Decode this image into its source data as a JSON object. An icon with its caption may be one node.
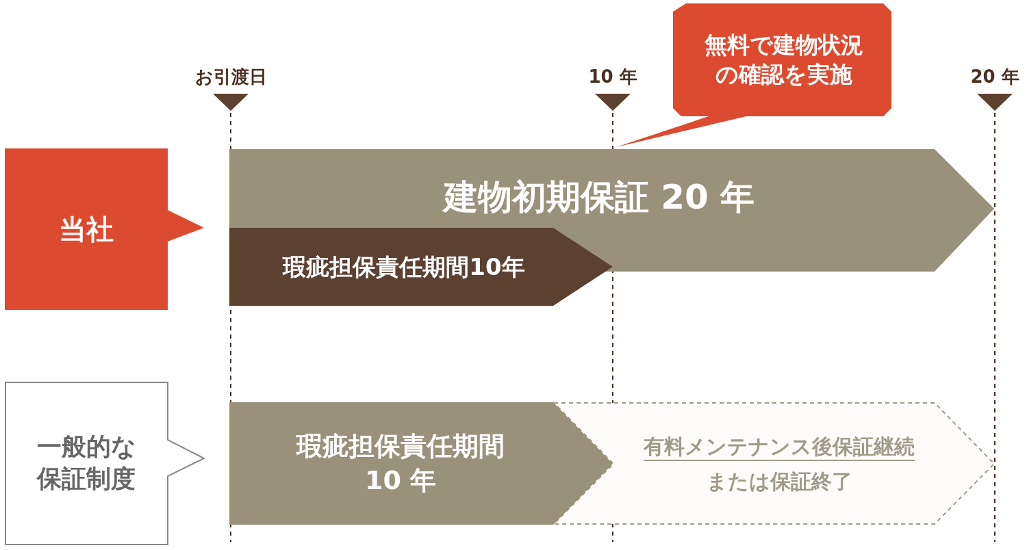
{
  "diagram": {
    "nodes": [
      {
        "text": [
          "無料で建物状況の確認を実施"
        ]
      },
      {
        "text": [
          "当社"
        ]
      },
      {
        "text": [
          "建物初期保証 20 年"
        ]
      },
      {
        "text": [
          "瑕疵担保責任期間10年"
        ]
      },
      {
        "text": [
          "一般的な保証制度"
        ]
      },
      {
        "text": [
          "瑕疵担保責任期間 10 年"
        ]
      },
      {
        "text": [
          "有料メンテナンス後保証継続",
          "または保証終了"
        ]
      }
    ],
    "labels": [
      "お引渡日",
      "10 年",
      "20 年"
    ]
  }
}
